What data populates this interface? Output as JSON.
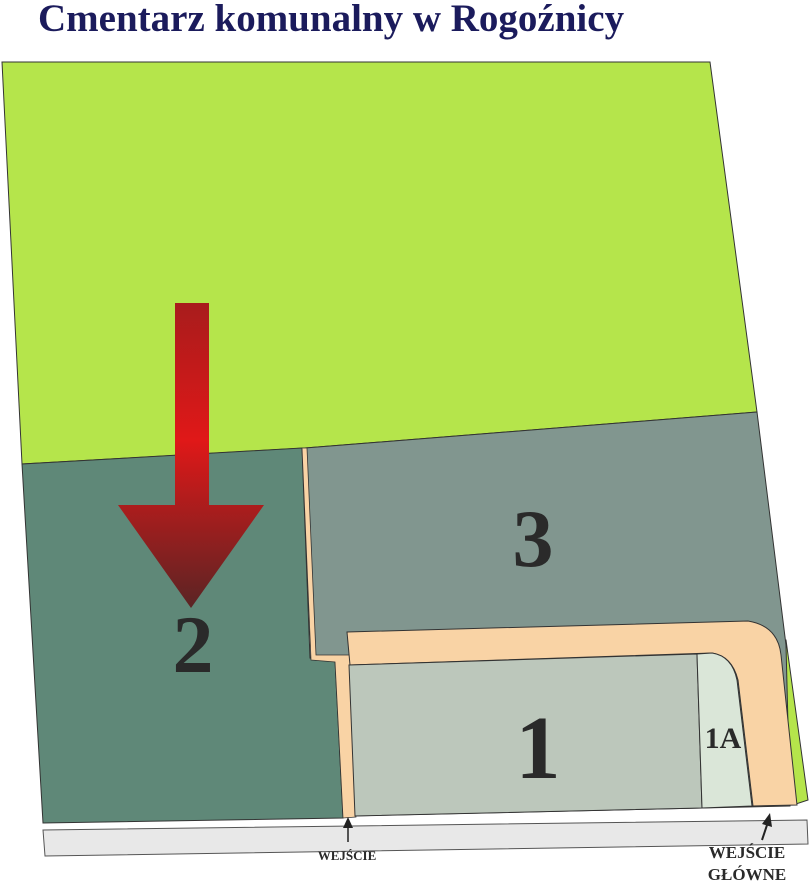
{
  "title": "Cmentarz komunalny w Rogoźnicy",
  "sections": {
    "s1": "1",
    "s1a": "1A",
    "s2": "2",
    "s3": "3"
  },
  "entrances": {
    "side": "WEJŚCIE",
    "main_line1": "WEJŚCIE",
    "main_line2": "GŁÓWNE"
  },
  "colors": {
    "title": "#1b1b5c",
    "free_area": "#b5e54b",
    "section_2": "#5f8878",
    "section_3": "#81968f",
    "section_1": "#bcc7bb",
    "section_1a": "#dae6d8",
    "path": "#f9d3a5",
    "road": "#e8e8e8",
    "arrow": "#dd1a1a"
  }
}
